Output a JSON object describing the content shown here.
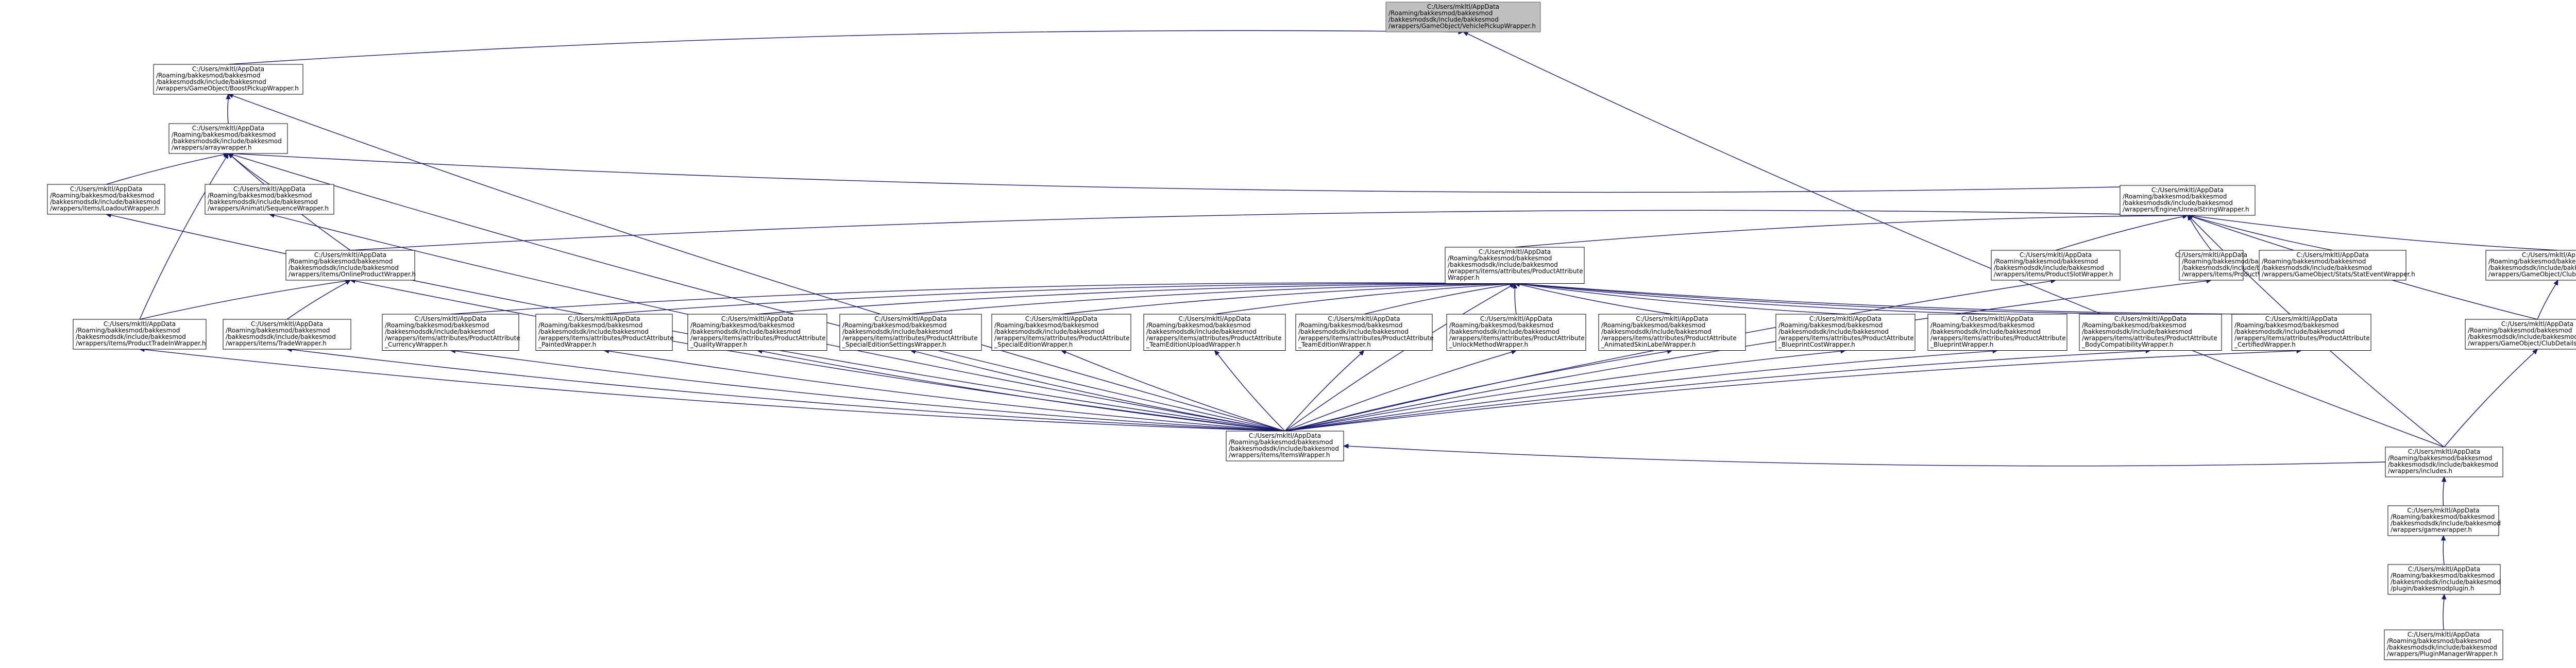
{
  "graph": {
    "nodes": [
      {
        "id": "root",
        "lines": [
          "C:/Users/mkltl/AppData",
          "/Roaming/bakkesmod/bakkesmod",
          "/bakkesmodsdk/include/bakkesmod",
          "/wrappers/GameObject/VehiclePickupWrapper.h"
        ],
        "highlight": true
      },
      {
        "id": "boost",
        "lines": [
          "C:/Users/mkltl/AppData",
          "/Roaming/bakkesmod/bakkesmod",
          "/bakkesmodsdk/include/bakkesmod",
          "/wrappers/GameObject/BoostPickupWrapper.h"
        ]
      },
      {
        "id": "arraywrapper",
        "lines": [
          "C:/Users/mkltl/AppData",
          "/Roaming/bakkesmod/bakkesmod",
          "/bakkesmodsdk/include/bakkesmod",
          "/wrappers/arraywrapper.h"
        ]
      },
      {
        "id": "loadout",
        "lines": [
          "C:/Users/mkltl/AppData",
          "/Roaming/bakkesmod/bakkesmod",
          "/bakkesmodsdk/include/bakkesmod",
          "/wrappers/items/LoadoutWrapper.h"
        ]
      },
      {
        "id": "animseq",
        "lines": [
          "C:/Users/mkltl/AppData",
          "/Roaming/bakkesmod/bakkesmod",
          "/bakkesmodsdk/include/bakkesmod",
          "/wrappers/Animati/SequenceWrapper.h"
        ]
      },
      {
        "id": "engine",
        "lines": [
          "C:/Users/mkltl/AppData",
          "/Roaming/bakkesmod/bakkesmod",
          "/bakkesmodsdk/include/bakkesmod",
          "/wrappers/Engine/UnrealStringWrapper.h"
        ]
      },
      {
        "id": "online",
        "lines": [
          "C:/Users/mkltl/AppData",
          "/Roaming/bakkesmod/bakkesmod",
          "/bakkesmodsdk/include/bakkesmod",
          "/wrappers/items/OnlineProductWrapper.h"
        ]
      },
      {
        "id": "prodattr",
        "lines": [
          "C:/Users/mkltl/AppData",
          "/Roaming/bakkesmod/bakkesmod",
          "/bakkesmodsdk/include/bakkesmod",
          "/wrappers/items/attributes/ProductAttribute",
          "Wrapper.h"
        ]
      },
      {
        "id": "prodslot",
        "lines": [
          "C:/Users/mkltl/AppData",
          "/Roaming/bakkesmod/bakkesmod",
          "/bakkesmodsdk/include/bakkesmod",
          "/wrappers/items/ProductSlotWrapper.h"
        ]
      },
      {
        "id": "product",
        "lines": [
          "C:/Users/mkltl/AppData",
          "/Roaming/bakkesmod/bakkesmod",
          "/bakkesmodsdk/include/bakkesmod",
          "/wrappers/items/ProductWrapper.h"
        ]
      },
      {
        "id": "statevent",
        "lines": [
          "C:/Users/mkltl/AppData",
          "/Roaming/bakkesmod/bakkesmod",
          "/bakkesmodsdk/include/bakkesmod",
          "/wrappers/GameObject/Stats/StatEventWrapper.h"
        ]
      },
      {
        "id": "clubsettings",
        "lines": [
          "C:/Users/mkltl/AppData",
          "/Roaming/bakkesmod/bakkesmod",
          "/bakkesmodsdk/include/bakkesmod",
          "/wrappers/GameObject/ClubSettingsWrapper.h"
        ]
      },
      {
        "id": "clubdetails",
        "lines": [
          "C:/Users/mkltl/AppData",
          "/Roaming/bakkesmod/bakkesmod",
          "/bakkesmodsdk/include/bakkesmod",
          "/wrappers/GameObject/ClubDetailsWrapper.h"
        ]
      },
      {
        "id": "tradewrap",
        "lines": [
          "C:/Users/mkltl/AppData",
          "/Roaming/bakkesmod/bakkesmod",
          "/bakkesmodsdk/include/bakkesmod",
          "/wrappers/items/ProductTradeInWrapper.h"
        ]
      },
      {
        "id": "itemstrade",
        "lines": [
          "C:/Users/mkltl/AppData",
          "/Roaming/bakkesmod/bakkesmod",
          "/bakkesmodsdk/include/bakkesmod",
          "/wrappers/items/TradeWrapper.h"
        ]
      },
      {
        "id": "attr_currency",
        "lines": [
          "C:/Users/mkltl/AppData",
          "/Roaming/bakkesmod/bakkesmod",
          "/bakkesmodsdk/include/bakkesmod",
          "/wrappers/items/attributes/ProductAttribute",
          "_CurrencyWrapper.h"
        ]
      },
      {
        "id": "attr_painted",
        "lines": [
          "C:/Users/mkltl/AppData",
          "/Roaming/bakkesmod/bakkesmod",
          "/bakkesmodsdk/include/bakkesmod",
          "/wrappers/items/attributes/ProductAttribute",
          "_PaintedWrapper.h"
        ]
      },
      {
        "id": "attr_quality",
        "lines": [
          "C:/Users/mkltl/AppData",
          "/Roaming/bakkesmod/bakkesmod",
          "/bakkesmodsdk/include/bakkesmod",
          "/wrappers/items/attributes/ProductAttribute",
          "_QualityWrapper.h"
        ]
      },
      {
        "id": "attr_specialsettings",
        "lines": [
          "C:/Users/mkltl/AppData",
          "/Roaming/bakkesmod/bakkesmod",
          "/bakkesmodsdk/include/bakkesmod",
          "/wrappers/items/attributes/ProductAttribute",
          "_SpecialEditionSettingsWrapper.h"
        ]
      },
      {
        "id": "attr_specialedition",
        "lines": [
          "C:/Users/mkltl/AppData",
          "/Roaming/bakkesmod/bakkesmod",
          "/bakkesmodsdk/include/bakkesmod",
          "/wrappers/items/attributes/ProductAttribute",
          "_SpecialEditionWrapper.h"
        ]
      },
      {
        "id": "attr_teamupload",
        "lines": [
          "C:/Users/mkltl/AppData",
          "/Roaming/bakkesmod/bakkesmod",
          "/bakkesmodsdk/include/bakkesmod",
          "/wrappers/items/attributes/ProductAttribute",
          "_TeamEditionUploadWrapper.h"
        ]
      },
      {
        "id": "attr_teamedition",
        "lines": [
          "C:/Users/mkltl/AppData",
          "/Roaming/bakkesmod/bakkesmod",
          "/bakkesmodsdk/include/bakkesmod",
          "/wrappers/items/attributes/ProductAttribute",
          "_TeamEditionWrapper.h"
        ]
      },
      {
        "id": "attr_unlock",
        "lines": [
          "C:/Users/mkltl/AppData",
          "/Roaming/bakkesmod/bakkesmod",
          "/bakkesmodsdk/include/bakkesmod",
          "/wrappers/items/attributes/ProductAttribute",
          "_UnlockMethodWrapper.h"
        ]
      },
      {
        "id": "attr_animated",
        "lines": [
          "C:/Users/mkltl/AppData",
          "/Roaming/bakkesmod/bakkesmod",
          "/bakkesmodsdk/include/bakkesmod",
          "/wrappers/items/attributes/ProductAttribute",
          "_AnimatedSkinLabelWrapper.h"
        ]
      },
      {
        "id": "attr_bpcost",
        "lines": [
          "C:/Users/mkltl/AppData",
          "/Roaming/bakkesmod/bakkesmod",
          "/bakkesmodsdk/include/bakkesmod",
          "/wrappers/items/attributes/ProductAttribute",
          "_BlueprintCostWrapper.h"
        ]
      },
      {
        "id": "attr_blueprint",
        "lines": [
          "C:/Users/mkltl/AppData",
          "/Roaming/bakkesmod/bakkesmod",
          "/bakkesmodsdk/include/bakkesmod",
          "/wrappers/items/attributes/ProductAttribute",
          "_BlueprintWrapper.h"
        ]
      },
      {
        "id": "attr_body",
        "lines": [
          "C:/Users/mkltl/AppData",
          "/Roaming/bakkesmod/bakkesmod",
          "/bakkesmodsdk/include/bakkesmod",
          "/wrappers/items/attributes/ProductAttribute",
          "_BodyCompatibilityWrapper.h"
        ]
      },
      {
        "id": "attr_certified",
        "lines": [
          "C:/Users/mkltl/AppData",
          "/Roaming/bakkesmod/bakkesmod",
          "/bakkesmodsdk/include/bakkesmod",
          "/wrappers/items/attributes/ProductAttribute",
          "_CertifiedWrapper.h"
        ]
      },
      {
        "id": "itemswrapper",
        "lines": [
          "C:/Users/mkltl/AppData",
          "/Roaming/bakkesmod/bakkesmod",
          "/bakkesmodsdk/include/bakkesmod",
          "/wrappers/items/ItemsWrapper.h"
        ]
      },
      {
        "id": "includes",
        "lines": [
          "C:/Users/mkltl/AppData",
          "/Roaming/bakkesmod/bakkesmod",
          "/bakkesmodsdk/include/bakkesmod",
          "/wrappers/includes.h"
        ]
      },
      {
        "id": "gamewrapper",
        "lines": [
          "C:/Users/mkltl/AppData",
          "/Roaming/bakkesmod/bakkesmod",
          "/bakkesmodsdk/include/bakkesmod",
          "/wrappers/gamewrapper.h"
        ]
      },
      {
        "id": "plugin",
        "lines": [
          "C:/Users/mkltl/AppData",
          "/Roaming/bakkesmod/bakkesmod",
          "/bakkesmodsdk/include/bakkesmod",
          "/plugin/bakkesmodplugin.h"
        ]
      },
      {
        "id": "pluginmgr",
        "lines": [
          "C:/Users/mkltl/AppData",
          "/Roaming/bakkesmod/bakkesmod",
          "/bakkesmodsdk/include/bakkesmod",
          "/wrappers/PluginManagerWrapper.h"
        ]
      }
    ],
    "edges": [
      [
        "boost",
        "root"
      ],
      [
        "includes",
        "root"
      ],
      [
        "arraywrapper",
        "boost"
      ],
      [
        "itemswrapper",
        "boost"
      ],
      [
        "loadout",
        "arraywrapper"
      ],
      [
        "animseq",
        "arraywrapper"
      ],
      [
        "engine",
        "arraywrapper"
      ],
      [
        "online",
        "arraywrapper"
      ],
      [
        "tradewrap",
        "arraywrapper"
      ],
      [
        "itemswrapper",
        "arraywrapper"
      ],
      [
        "itemswrapper",
        "loadout"
      ],
      [
        "itemswrapper",
        "animseq"
      ],
      [
        "online",
        "engine"
      ],
      [
        "prodattr",
        "engine"
      ],
      [
        "prodslot",
        "engine"
      ],
      [
        "product",
        "engine"
      ],
      [
        "statevent",
        "engine"
      ],
      [
        "clubsettings",
        "engine"
      ],
      [
        "clubdetails",
        "engine"
      ],
      [
        "includes",
        "engine"
      ],
      [
        "tradewrap",
        "online"
      ],
      [
        "itemstrade",
        "online"
      ],
      [
        "itemswrapper",
        "online"
      ],
      [
        "attr_currency",
        "prodattr"
      ],
      [
        "attr_painted",
        "prodattr"
      ],
      [
        "attr_quality",
        "prodattr"
      ],
      [
        "attr_specialsettings",
        "prodattr"
      ],
      [
        "attr_specialedition",
        "prodattr"
      ],
      [
        "attr_teamupload",
        "prodattr"
      ],
      [
        "attr_teamedition",
        "prodattr"
      ],
      [
        "attr_unlock",
        "prodattr"
      ],
      [
        "attr_animated",
        "prodattr"
      ],
      [
        "attr_bpcost",
        "prodattr"
      ],
      [
        "attr_blueprint",
        "prodattr"
      ],
      [
        "attr_body",
        "prodattr"
      ],
      [
        "attr_certified",
        "prodattr"
      ],
      [
        "itemswrapper",
        "prodattr"
      ],
      [
        "itemswrapper",
        "prodslot"
      ],
      [
        "itemswrapper",
        "product"
      ],
      [
        "clubdetails",
        "clubsettings"
      ],
      [
        "includes",
        "clubdetails"
      ],
      [
        "itemswrapper",
        "tradewrap"
      ],
      [
        "itemswrapper",
        "itemstrade"
      ],
      [
        "itemswrapper",
        "attr_currency"
      ],
      [
        "itemswrapper",
        "attr_painted"
      ],
      [
        "itemswrapper",
        "attr_quality"
      ],
      [
        "itemswrapper",
        "attr_specialsettings"
      ],
      [
        "itemswrapper",
        "attr_specialedition"
      ],
      [
        "itemswrapper",
        "attr_teamupload"
      ],
      [
        "itemswrapper",
        "attr_teamedition"
      ],
      [
        "itemswrapper",
        "attr_unlock"
      ],
      [
        "itemswrapper",
        "attr_animated"
      ],
      [
        "itemswrapper",
        "attr_bpcost"
      ],
      [
        "itemswrapper",
        "attr_blueprint"
      ],
      [
        "itemswrapper",
        "attr_body"
      ],
      [
        "itemswrapper",
        "attr_certified"
      ],
      [
        "includes",
        "itemswrapper"
      ],
      [
        "gamewrapper",
        "includes"
      ],
      [
        "plugin",
        "gamewrapper"
      ],
      [
        "pluginmgr",
        "plugin"
      ]
    ]
  }
}
